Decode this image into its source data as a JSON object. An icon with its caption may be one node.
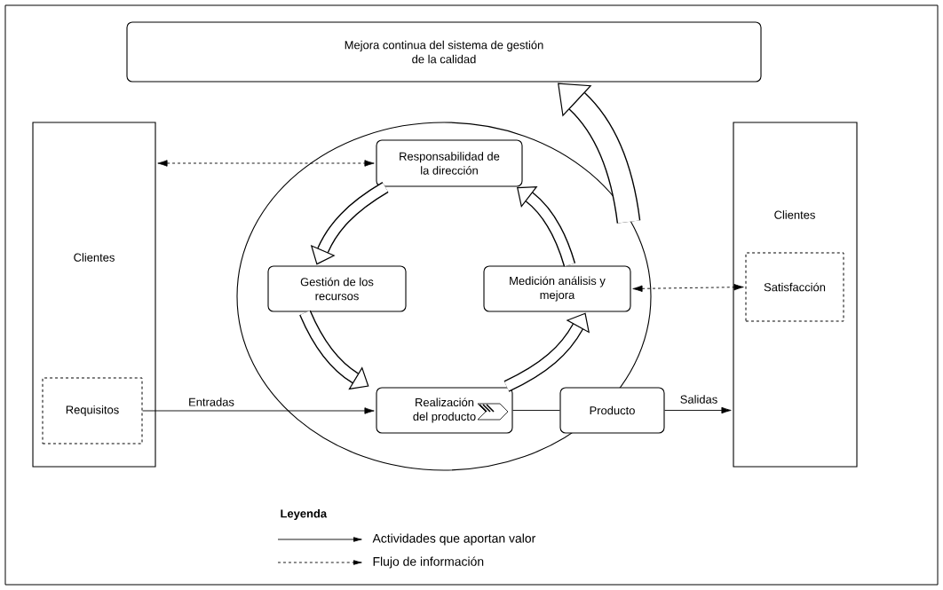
{
  "diagram": {
    "nodes": [
      {
        "text": [
          "Mejora continua del sistema de gestión de la calidad"
        ]
      },
      {
        "text": [
          "Clientes"
        ]
      },
      {
        "text": [
          "Requisitos"
        ],
        "in": 1
      },
      {
        "text": [],
        "shape": "circle"
      },
      {
        "text": [
          "Responsabilidad de la dirección"
        ],
        "in": 3
      },
      {
        "text": [
          "Gestión de los recursos"
        ],
        "in": 3
      },
      {
        "text": [
          "Medición análisis y mejora"
        ],
        "in": 3
      },
      {
        "text": [
          "Realización del producto"
        ],
        "in": 3
      },
      {
        "text": [
          "Producto"
        ]
      },
      {
        "text": [
          "Clientes"
        ]
      },
      {
        "text": [
          "Satisfacción"
        ],
        "in": 9
      }
    ],
    "edges": [
      {
        "from": 1,
        "to": 4,
        "arrow": "both",
        "style": "dashed"
      },
      {
        "from": 6,
        "to": 10,
        "arrow": "both",
        "style": "dashed"
      },
      {
        "from": 2,
        "to": 7,
        "arrow": "to",
        "label": "Entradas"
      },
      {
        "from": 7,
        "to": 8,
        "arrow": "none"
      },
      {
        "from": 8,
        "to": 9,
        "arrow": "to",
        "label": "Salidas"
      },
      {
        "from": 4,
        "to": 5,
        "arrow": "to",
        "style": "thick"
      },
      {
        "from": 5,
        "to": 7,
        "arrow": "to",
        "style": "thick"
      },
      {
        "from": 7,
        "to": 6,
        "arrow": "to",
        "style": "thick"
      },
      {
        "from": 6,
        "to": 4,
        "arrow": "to",
        "style": "thick"
      },
      {
        "from": 3,
        "to": 0,
        "arrow": "to",
        "style": "thick"
      }
    ],
    "labels": [
      "Leyenda"
    ],
    "legend": [
      {
        "text": "Actividades que aportan valor"
      },
      {
        "text": "Flujo de información"
      }
    ]
  }
}
